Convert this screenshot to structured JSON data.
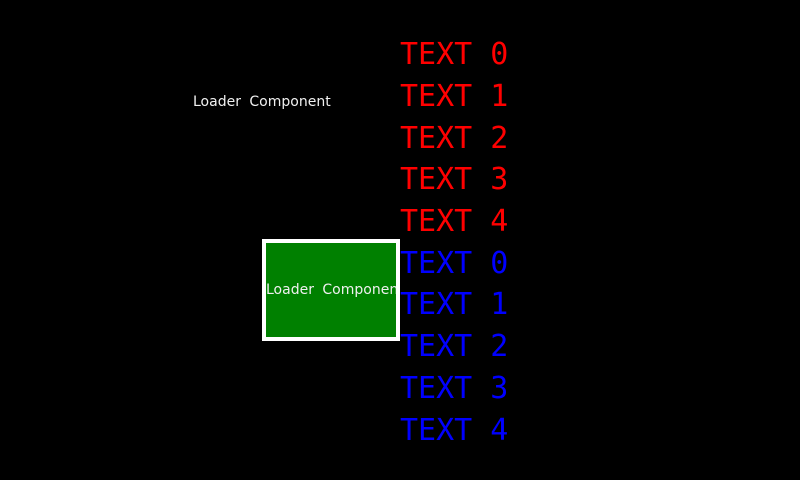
{
  "background_color": "#000000",
  "standalone_label": {
    "text": "Loader Component",
    "color": "#F0F0F0"
  },
  "loader_box": {
    "label": "Loader Component",
    "fill_color": "#008000",
    "border_color": "#FFFFFF",
    "label_color": "#F0F0F0"
  },
  "text_groups": {
    "red": {
      "color": "#FF0000",
      "items": [
        "TEXT 0",
        "TEXT 1",
        "TEXT 2",
        "TEXT 3",
        "TEXT 4"
      ]
    },
    "blue": {
      "color": "#0000FF",
      "items": [
        "TEXT 0",
        "TEXT 1",
        "TEXT 2",
        "TEXT 3",
        "TEXT 4"
      ]
    }
  }
}
